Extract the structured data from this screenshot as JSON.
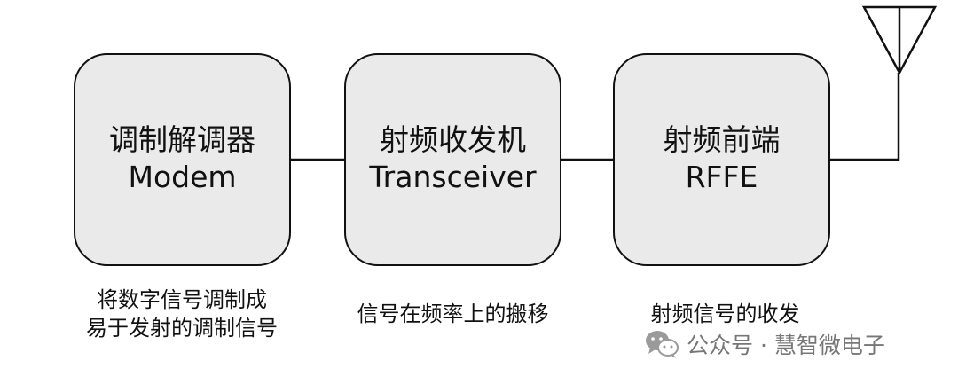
{
  "blocks": [
    {
      "title": "调制解调器",
      "subtitle": "Modem",
      "caption": [
        "将数字信号调制成",
        "易于发射的调制信号"
      ]
    },
    {
      "title": "射频收发机",
      "subtitle": "Transceiver",
      "caption": [
        "信号在频率上的搬移"
      ]
    },
    {
      "title": "射频前端",
      "subtitle": "RFFE",
      "caption": [
        "射频信号的收发"
      ]
    }
  ],
  "watermark": "公众号 · 慧智微电子",
  "colors": {
    "box_fill": "#eaeaea",
    "stroke": "#111111",
    "watermark": "#777777"
  },
  "icons": [
    "antenna-icon",
    "wechat-icon"
  ]
}
